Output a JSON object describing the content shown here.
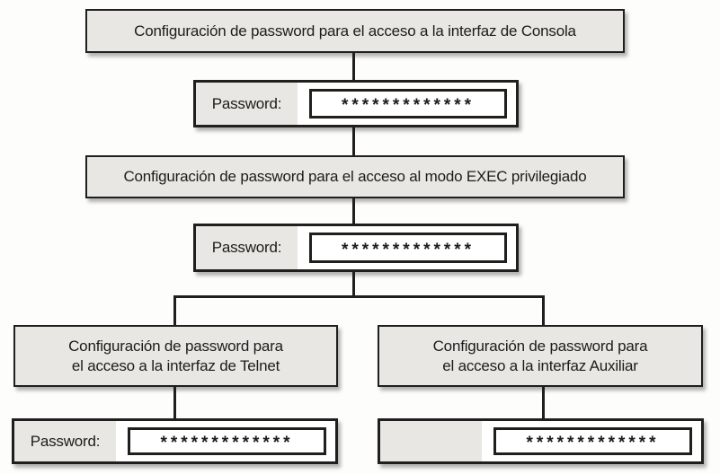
{
  "diagram": {
    "type": "flowchart",
    "colors": {
      "node_fill": "#e8e7e3",
      "node_border": "#201f1d",
      "field_fill": "#ffffff",
      "connector": "#201f1d",
      "background": "#fdfdfc",
      "text": "#1d1c1a"
    },
    "nodes": {
      "console": {
        "label": "Configuración de password para el acceso a la interfaz de Consola"
      },
      "exec": {
        "label": "Configuración de password para el acceso al modo EXEC privilegiado"
      },
      "telnet": {
        "line1": "Configuración de password para",
        "line2": "el acceso a la interfaz de Telnet"
      },
      "auxiliary": {
        "line1": "Configuración de password para",
        "line2": "el acceso a la interfaz Auxiliar"
      }
    },
    "password_fields": {
      "console": {
        "label": "Password:",
        "value": "*************"
      },
      "exec": {
        "label": "Password:",
        "value": "*************"
      },
      "telnet": {
        "label": "Password:",
        "value": "*************"
      },
      "auxiliary": {
        "label": "",
        "value": "*************"
      }
    }
  }
}
